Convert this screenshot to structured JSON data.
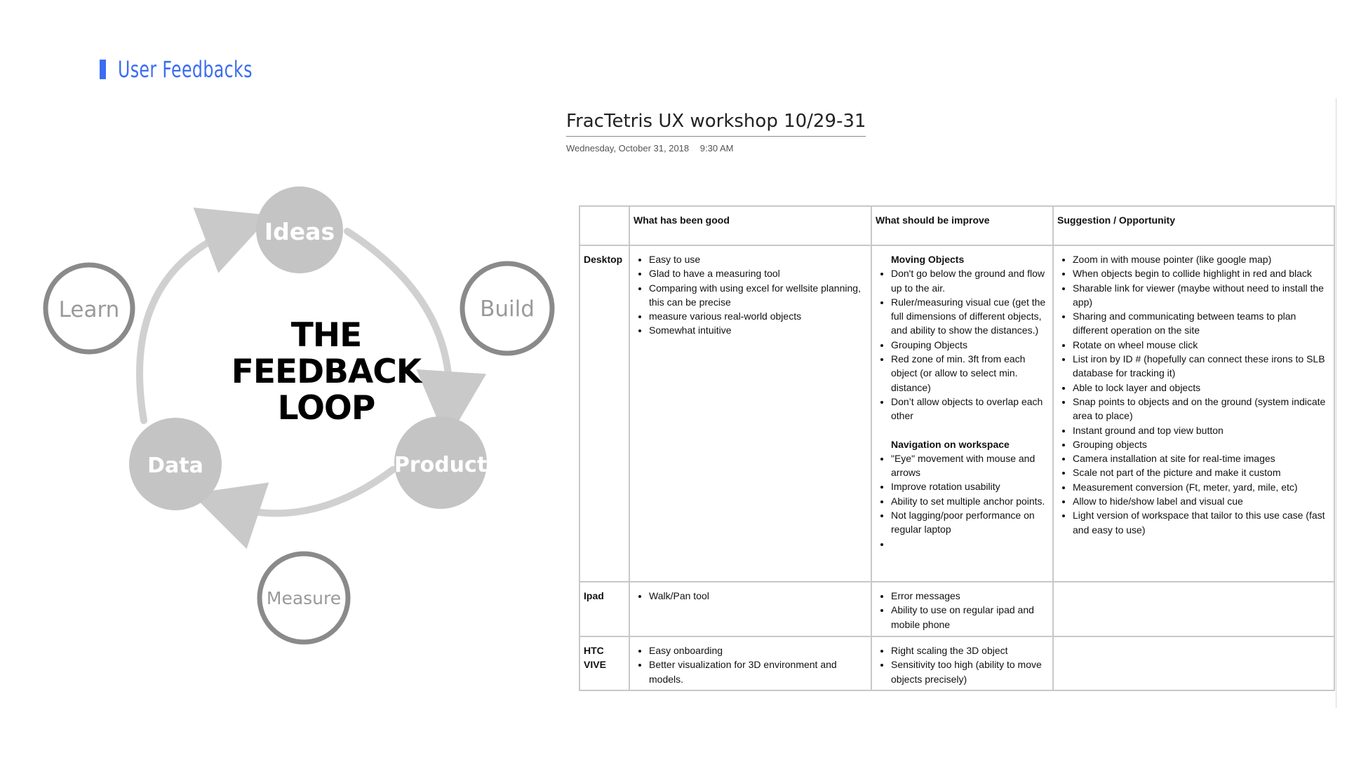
{
  "header": {
    "title": "User Feedbacks",
    "accent_color": "#3b6df0"
  },
  "loop": {
    "title_lines": [
      "THE",
      "FEEDBACK",
      "LOOP"
    ],
    "nodes": {
      "ideas": "Ideas",
      "build": "Build",
      "product": "Product",
      "measure": "Measure",
      "data": "Data",
      "learn": "Learn"
    }
  },
  "note": {
    "title": "FracTetris UX workshop 10/29-31",
    "date": "Wednesday, October 31, 2018",
    "time": "9:30 AM"
  },
  "table": {
    "headers": [
      "",
      "What has been good",
      "What should be improve",
      "Suggestion / Opportunity"
    ],
    "rows": [
      {
        "label": "Desktop",
        "good": [
          "Easy to use",
          "Glad to have a measuring tool",
          "Comparing with using excel for wellsite planning, this can be precise",
          "measure various real-world objects",
          "Somewhat intuitive"
        ],
        "improve_group1_title": "Moving Objects",
        "improve_group1": [
          "Don't go below the ground and flow up to the air.",
          "Ruler/measuring visual cue (get the full dimensions of different objects, and ability to show the distances.)",
          "Grouping Objects",
          "Red zone of min. 3ft from each object (or allow to select min. distance)",
          "Don’t allow objects to overlap each other"
        ],
        "improve_group2_title": "Navigation on workspace",
        "improve_group2": [
          "\"Eye\" movement with mouse and arrows",
          "Improve rotation usability",
          "Ability to set multiple anchor points.",
          "Not lagging/poor performance on regular laptop",
          ""
        ],
        "suggest": [
          "Zoom in with mouse pointer (like google map)",
          "When objects begin to collide highlight in red and black",
          "Sharable link for viewer (maybe without need to install the app)",
          "Sharing and communicating between teams to plan different operation on the site",
          "Rotate on wheel mouse click",
          "List iron by ID # (hopefully can connect these irons to SLB database for tracking it)",
          "Able to lock layer and objects",
          "Snap points to objects and on the ground (system indicate area to place)",
          "Instant ground and top view button",
          "Grouping objects",
          "Camera installation at site for real-time images",
          "Scale not part of the picture and make it custom",
          "Measurement conversion (Ft, meter, yard, mile, etc)",
          "Allow to hide/show label and visual cue",
          "Light version of workspace that tailor to this use case (fast and easy to use)"
        ]
      },
      {
        "label": "Ipad",
        "good": [
          "Walk/Pan tool"
        ],
        "improve": [
          "Error messages",
          "Ability to use on regular ipad and mobile phone"
        ]
      },
      {
        "label_line1": "HTC",
        "label_line2": "VIVE",
        "good": [
          "Easy onboarding",
          "Better visualization for 3D environment and models."
        ],
        "improve": [
          "Right scaling the 3D object",
          "Sensitivity too high (ability to move objects precisely)"
        ]
      }
    ]
  }
}
